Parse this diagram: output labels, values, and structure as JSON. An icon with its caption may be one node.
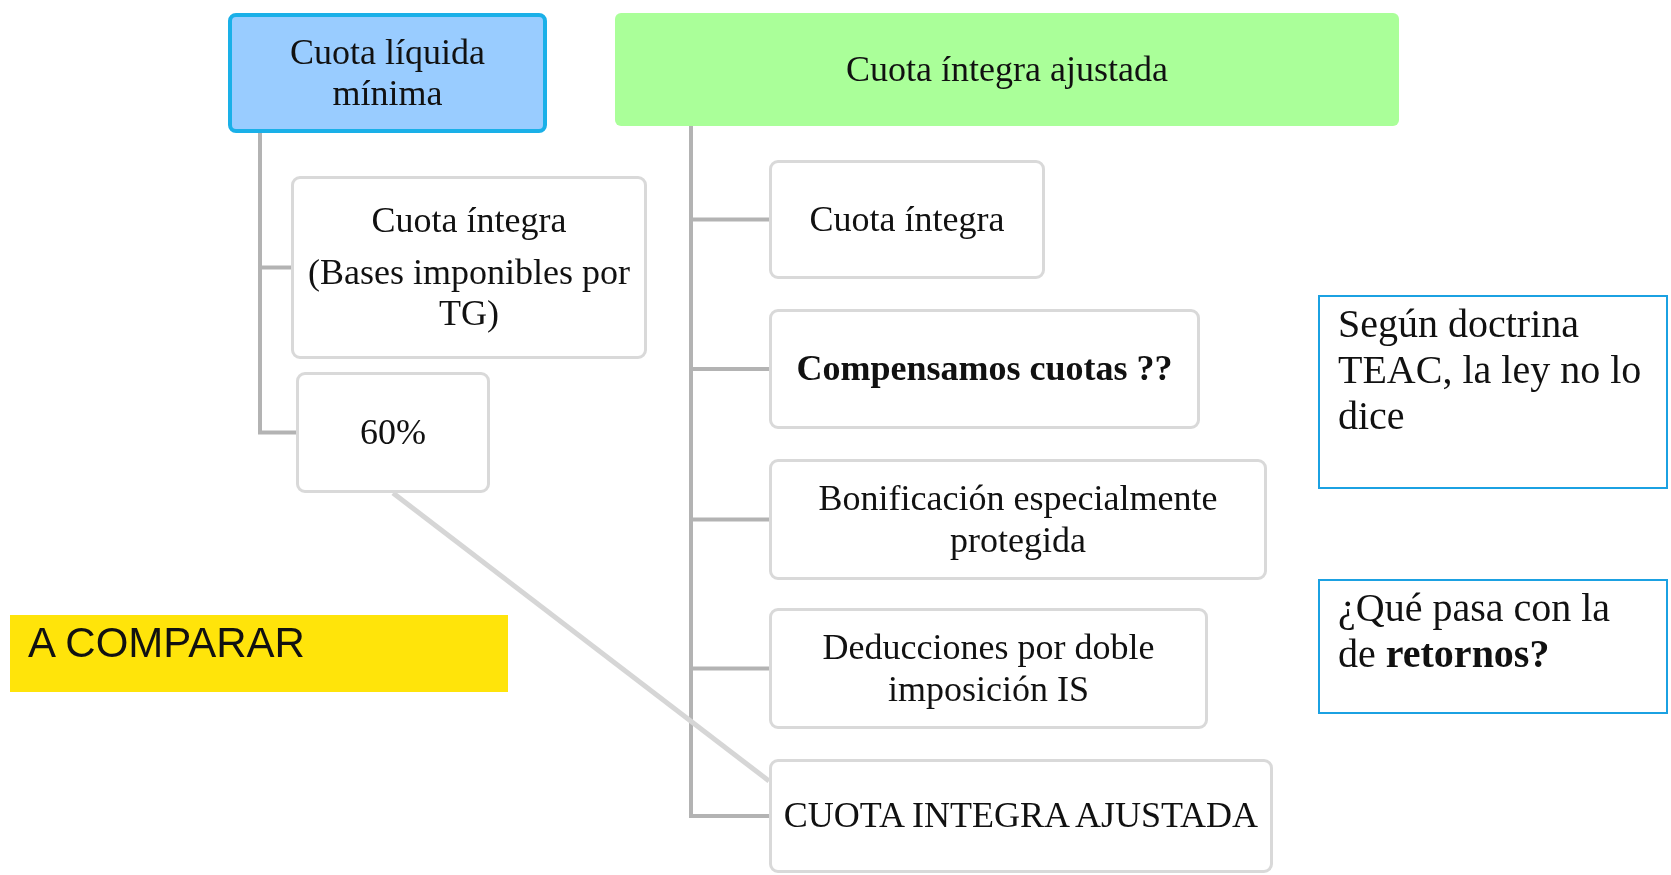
{
  "diagram": {
    "nodes": [
      {
        "text": [
          "Cuota líquida mínima"
        ]
      },
      {
        "text": [
          "Cuota íntegra",
          "(Bases imponibles por TG)"
        ]
      },
      {
        "text": [
          "60%"
        ]
      },
      {
        "text": [
          "Cuota íntegra ajustada"
        ]
      },
      {
        "text": [
          "Cuota íntegra"
        ]
      },
      {
        "text": [
          "Compensamos cuotas ??"
        ]
      },
      {
        "text": [
          "Bonificación especialmente protegida"
        ]
      },
      {
        "text": [
          "Deducciones por doble imposición IS"
        ]
      },
      {
        "text": [
          "CUOTA INTEGRA AJUSTADA"
        ]
      },
      {
        "text": [
          "A COMPARAR"
        ]
      },
      {
        "text": [
          "Según doctrina TEAC, la ley no lo dice"
        ]
      },
      {
        "text": [
          "¿Qué pasa con la de **retornos?**"
        ]
      }
    ],
    "edges": [
      {
        "from": 0,
        "to": 1,
        "arrow": "none"
      },
      {
        "from": 0,
        "to": 2,
        "arrow": "none"
      },
      {
        "from": 3,
        "to": 4,
        "arrow": "none"
      },
      {
        "from": 3,
        "to": 5,
        "arrow": "none"
      },
      {
        "from": 3,
        "to": 6,
        "arrow": "none"
      },
      {
        "from": 3,
        "to": 7,
        "arrow": "none"
      },
      {
        "from": 3,
        "to": 8,
        "arrow": "none"
      },
      {
        "from": 2,
        "to": 8,
        "arrow": "none",
        "color": "#d6d6d6"
      }
    ]
  }
}
